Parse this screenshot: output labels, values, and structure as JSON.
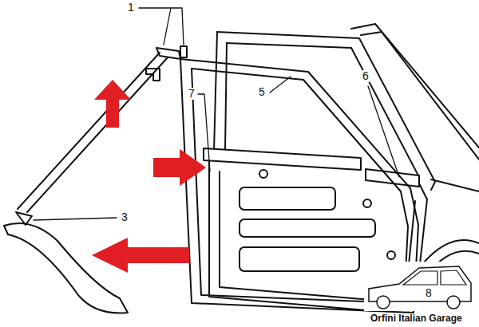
{
  "diagram": {
    "labels": [
      "1",
      "7",
      "5",
      "6",
      "3",
      "8",
      "Orfini Italian Garage"
    ]
  }
}
